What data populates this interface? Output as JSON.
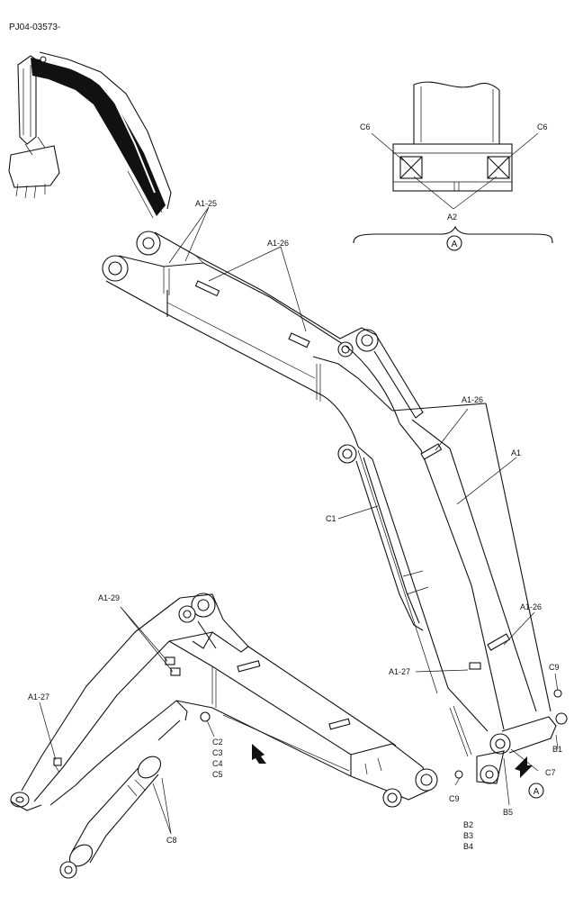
{
  "drawing_number": "PJ04-03573-",
  "detail": {
    "label": "A",
    "left_part": "C6",
    "right_part": "C6",
    "center_part": "A2"
  },
  "view_marker": "A",
  "callouts": {
    "a1_25": "A1-25",
    "a1_26_top": "A1-26",
    "a1_26_mid": "A1-26",
    "a1_26_low": "A1-26",
    "a1": "A1",
    "c1": "C1",
    "a1_27_right": "A1-27",
    "c9_upper": "C9",
    "b1": "B1",
    "c7": "C7",
    "b5": "B5",
    "c9_lower": "C9",
    "b2": "B2",
    "b3": "B3",
    "b4": "B4",
    "a1_29": "A1-29",
    "a1_27_left": "A1-27",
    "c2": "C2",
    "c3": "C3",
    "c4": "C4",
    "c5": "C5",
    "c8": "C8"
  }
}
